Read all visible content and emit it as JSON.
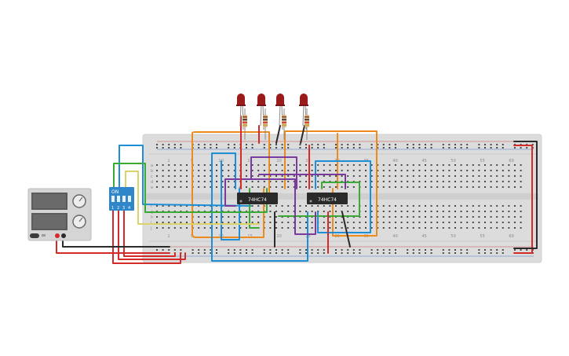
{
  "breadboard": {
    "column_numbers": [
      "1",
      "5",
      "10",
      "15",
      "20",
      "25",
      "30",
      "35",
      "40",
      "45",
      "50",
      "55",
      "60"
    ],
    "row_letters_top": [
      "a",
      "b",
      "c",
      "d",
      "e"
    ],
    "row_letters_bottom": [
      "f",
      "g",
      "h",
      "i",
      "j"
    ]
  },
  "chips": [
    {
      "label": "74HC74"
    },
    {
      "label": "74HC74"
    }
  ],
  "dip_switch": {
    "on_label": "ON",
    "switch_numbers": [
      "1",
      "2",
      "3",
      "4"
    ]
  },
  "power_supply": {
    "brand": "",
    "display_count": 2
  },
  "leds": {
    "count": 4,
    "color": "#9b1b1b"
  },
  "wire_colors": {
    "orange": "#ec8a1c",
    "blue": "#1e8fd6",
    "green": "#3aa935",
    "purple": "#7b3a9e",
    "red": "#d42a2a",
    "black": "#2b2b2b",
    "yellow": "#d9d36a"
  }
}
